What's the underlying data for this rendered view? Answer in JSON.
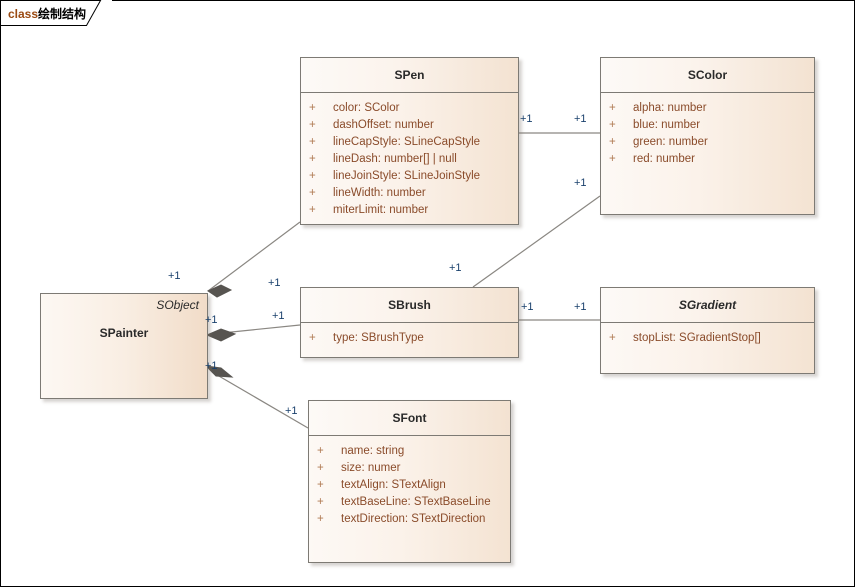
{
  "frame": {
    "tab_keyword": "class",
    "tab_title": "绘制结构"
  },
  "colors": {
    "box_border": "#7d7a74",
    "box_fill_light": "#fdf9f5",
    "box_fill_dark": "#f4e3d2",
    "attribute_text": "#8a4b2a",
    "class_name_text": "#2a2a2a",
    "multiplicity_text": "#19406c",
    "connector_line": "#8a8782",
    "diamond_fill": "#575450",
    "tab_keyword_color": "#9a4a12"
  },
  "classes": [
    {
      "id": "spainter",
      "name": "SPainter",
      "stereotype": "SObject",
      "abstract": false,
      "attributes": []
    },
    {
      "id": "spen",
      "name": "SPen",
      "stereotype": "",
      "abstract": false,
      "attributes": [
        {
          "visibility": "+",
          "signature": "color: SColor"
        },
        {
          "visibility": "+",
          "signature": "dashOffset: number"
        },
        {
          "visibility": "+",
          "signature": "lineCapStyle: SLineCapStyle"
        },
        {
          "visibility": "+",
          "signature": "lineDash: number[] | null"
        },
        {
          "visibility": "+",
          "signature": "lineJoinStyle: SLineJoinStyle"
        },
        {
          "visibility": "+",
          "signature": "lineWidth: number"
        },
        {
          "visibility": "+",
          "signature": "miterLimit: number"
        }
      ]
    },
    {
      "id": "scolor",
      "name": "SColor",
      "stereotype": "",
      "abstract": false,
      "attributes": [
        {
          "visibility": "+",
          "signature": "alpha: number"
        },
        {
          "visibility": "+",
          "signature": "blue: number"
        },
        {
          "visibility": "+",
          "signature": "green: number"
        },
        {
          "visibility": "+",
          "signature": "red: number"
        }
      ]
    },
    {
      "id": "sbrush",
      "name": "SBrush",
      "stereotype": "",
      "abstract": false,
      "attributes": [
        {
          "visibility": "+",
          "signature": "type: SBrushType"
        }
      ]
    },
    {
      "id": "sgradient",
      "name": "SGradient",
      "stereotype": "",
      "abstract": true,
      "attributes": [
        {
          "visibility": "+",
          "signature": "stopList: SGradientStop[]"
        }
      ]
    },
    {
      "id": "sfont",
      "name": "SFont",
      "stereotype": "",
      "abstract": false,
      "attributes": [
        {
          "visibility": "+",
          "signature": "name: string"
        },
        {
          "visibility": "+",
          "signature": "size: numer"
        },
        {
          "visibility": "+",
          "signature": "textAlign: STextAlign"
        },
        {
          "visibility": "+",
          "signature": "textBaseLine: STextBaseLine"
        },
        {
          "visibility": "+",
          "signature": "textDirection: STextDirection"
        }
      ]
    }
  ],
  "connectors": [
    {
      "id": "painter-pen",
      "from": "SPainter",
      "to": "SPen",
      "type": "aggregation",
      "source_mult": "+1",
      "target_mult": "+1"
    },
    {
      "id": "painter-brush",
      "from": "SPainter",
      "to": "SBrush",
      "type": "aggregation",
      "source_mult": "+1",
      "target_mult": "+1"
    },
    {
      "id": "painter-font",
      "from": "SPainter",
      "to": "SFont",
      "type": "aggregation",
      "source_mult": "+1",
      "target_mult": "+1"
    },
    {
      "id": "pen-color",
      "from": "SPen",
      "to": "SColor",
      "type": "association",
      "source_mult": "+1",
      "target_mult": "+1"
    },
    {
      "id": "brush-color",
      "from": "SBrush",
      "to": "SColor",
      "type": "association",
      "source_mult": "+1",
      "target_mult": "+1"
    },
    {
      "id": "brush-gradient",
      "from": "SBrush",
      "to": "SGradient",
      "type": "association",
      "source_mult": "+1",
      "target_mult": "+1"
    }
  ],
  "multiplicity_labels": [
    {
      "id": "m-pen-left",
      "text": "+1"
    },
    {
      "id": "m-pen-right",
      "text": "+1"
    },
    {
      "id": "m-color-left",
      "text": "+1"
    },
    {
      "id": "m-color-lower",
      "text": "+1"
    },
    {
      "id": "m-painter-top",
      "text": "+1"
    },
    {
      "id": "m-painter-mid",
      "text": "+1"
    },
    {
      "id": "m-painter-bottom",
      "text": "+1"
    },
    {
      "id": "m-brush-topright",
      "text": "+1"
    },
    {
      "id": "m-brush-left",
      "text": "+1"
    },
    {
      "id": "m-brush-right",
      "text": "+1"
    },
    {
      "id": "m-gradient-left",
      "text": "+1"
    },
    {
      "id": "m-font-left",
      "text": "+1"
    }
  ]
}
